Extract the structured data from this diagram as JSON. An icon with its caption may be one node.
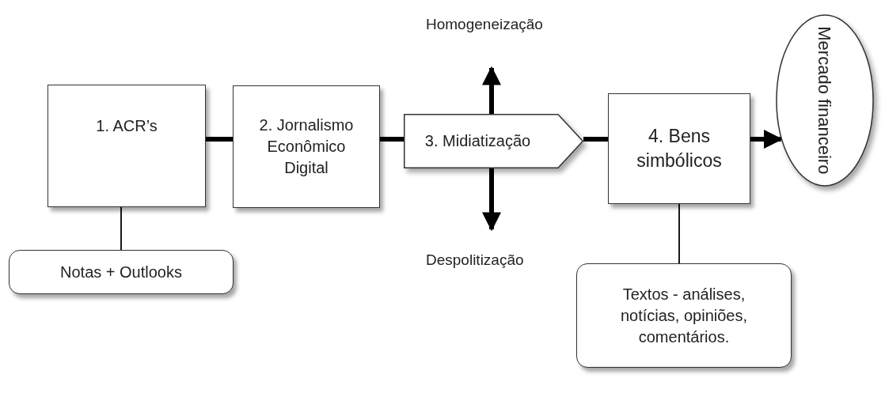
{
  "diagram": {
    "nodes": [
      {
        "text": [
          "1. ACR’s"
        ]
      },
      {
        "text": [
          "2. Jornalismo Econômico Digital"
        ]
      },
      {
        "text": [
          "3. Midiatização"
        ]
      },
      {
        "text": [
          "4. Bens simbólicos"
        ]
      },
      {
        "text": [
          "Mercado financeiro"
        ]
      },
      {
        "text": [
          "Notas + Outlooks"
        ]
      },
      {
        "text": [
          "Textos - análises, notícias, opiniões, comentários."
        ]
      }
    ],
    "edges": [
      {
        "from": 0,
        "to": 1,
        "arrow": "none"
      },
      {
        "from": 1,
        "to": 2,
        "arrow": "none"
      },
      {
        "from": 2,
        "to": 3,
        "arrow": "none"
      },
      {
        "from": 3,
        "to": 4,
        "arrow": "to"
      },
      {
        "from": 0,
        "to": 5,
        "arrow": "none"
      },
      {
        "from": 3,
        "to": 6,
        "arrow": "none"
      },
      {
        "from": 2,
        "to": null,
        "arrow": "to"
      },
      {
        "from": 2,
        "to": null,
        "arrow": "to"
      }
    ],
    "labels": [
      "Homogeneização",
      "Despolitização"
    ]
  }
}
